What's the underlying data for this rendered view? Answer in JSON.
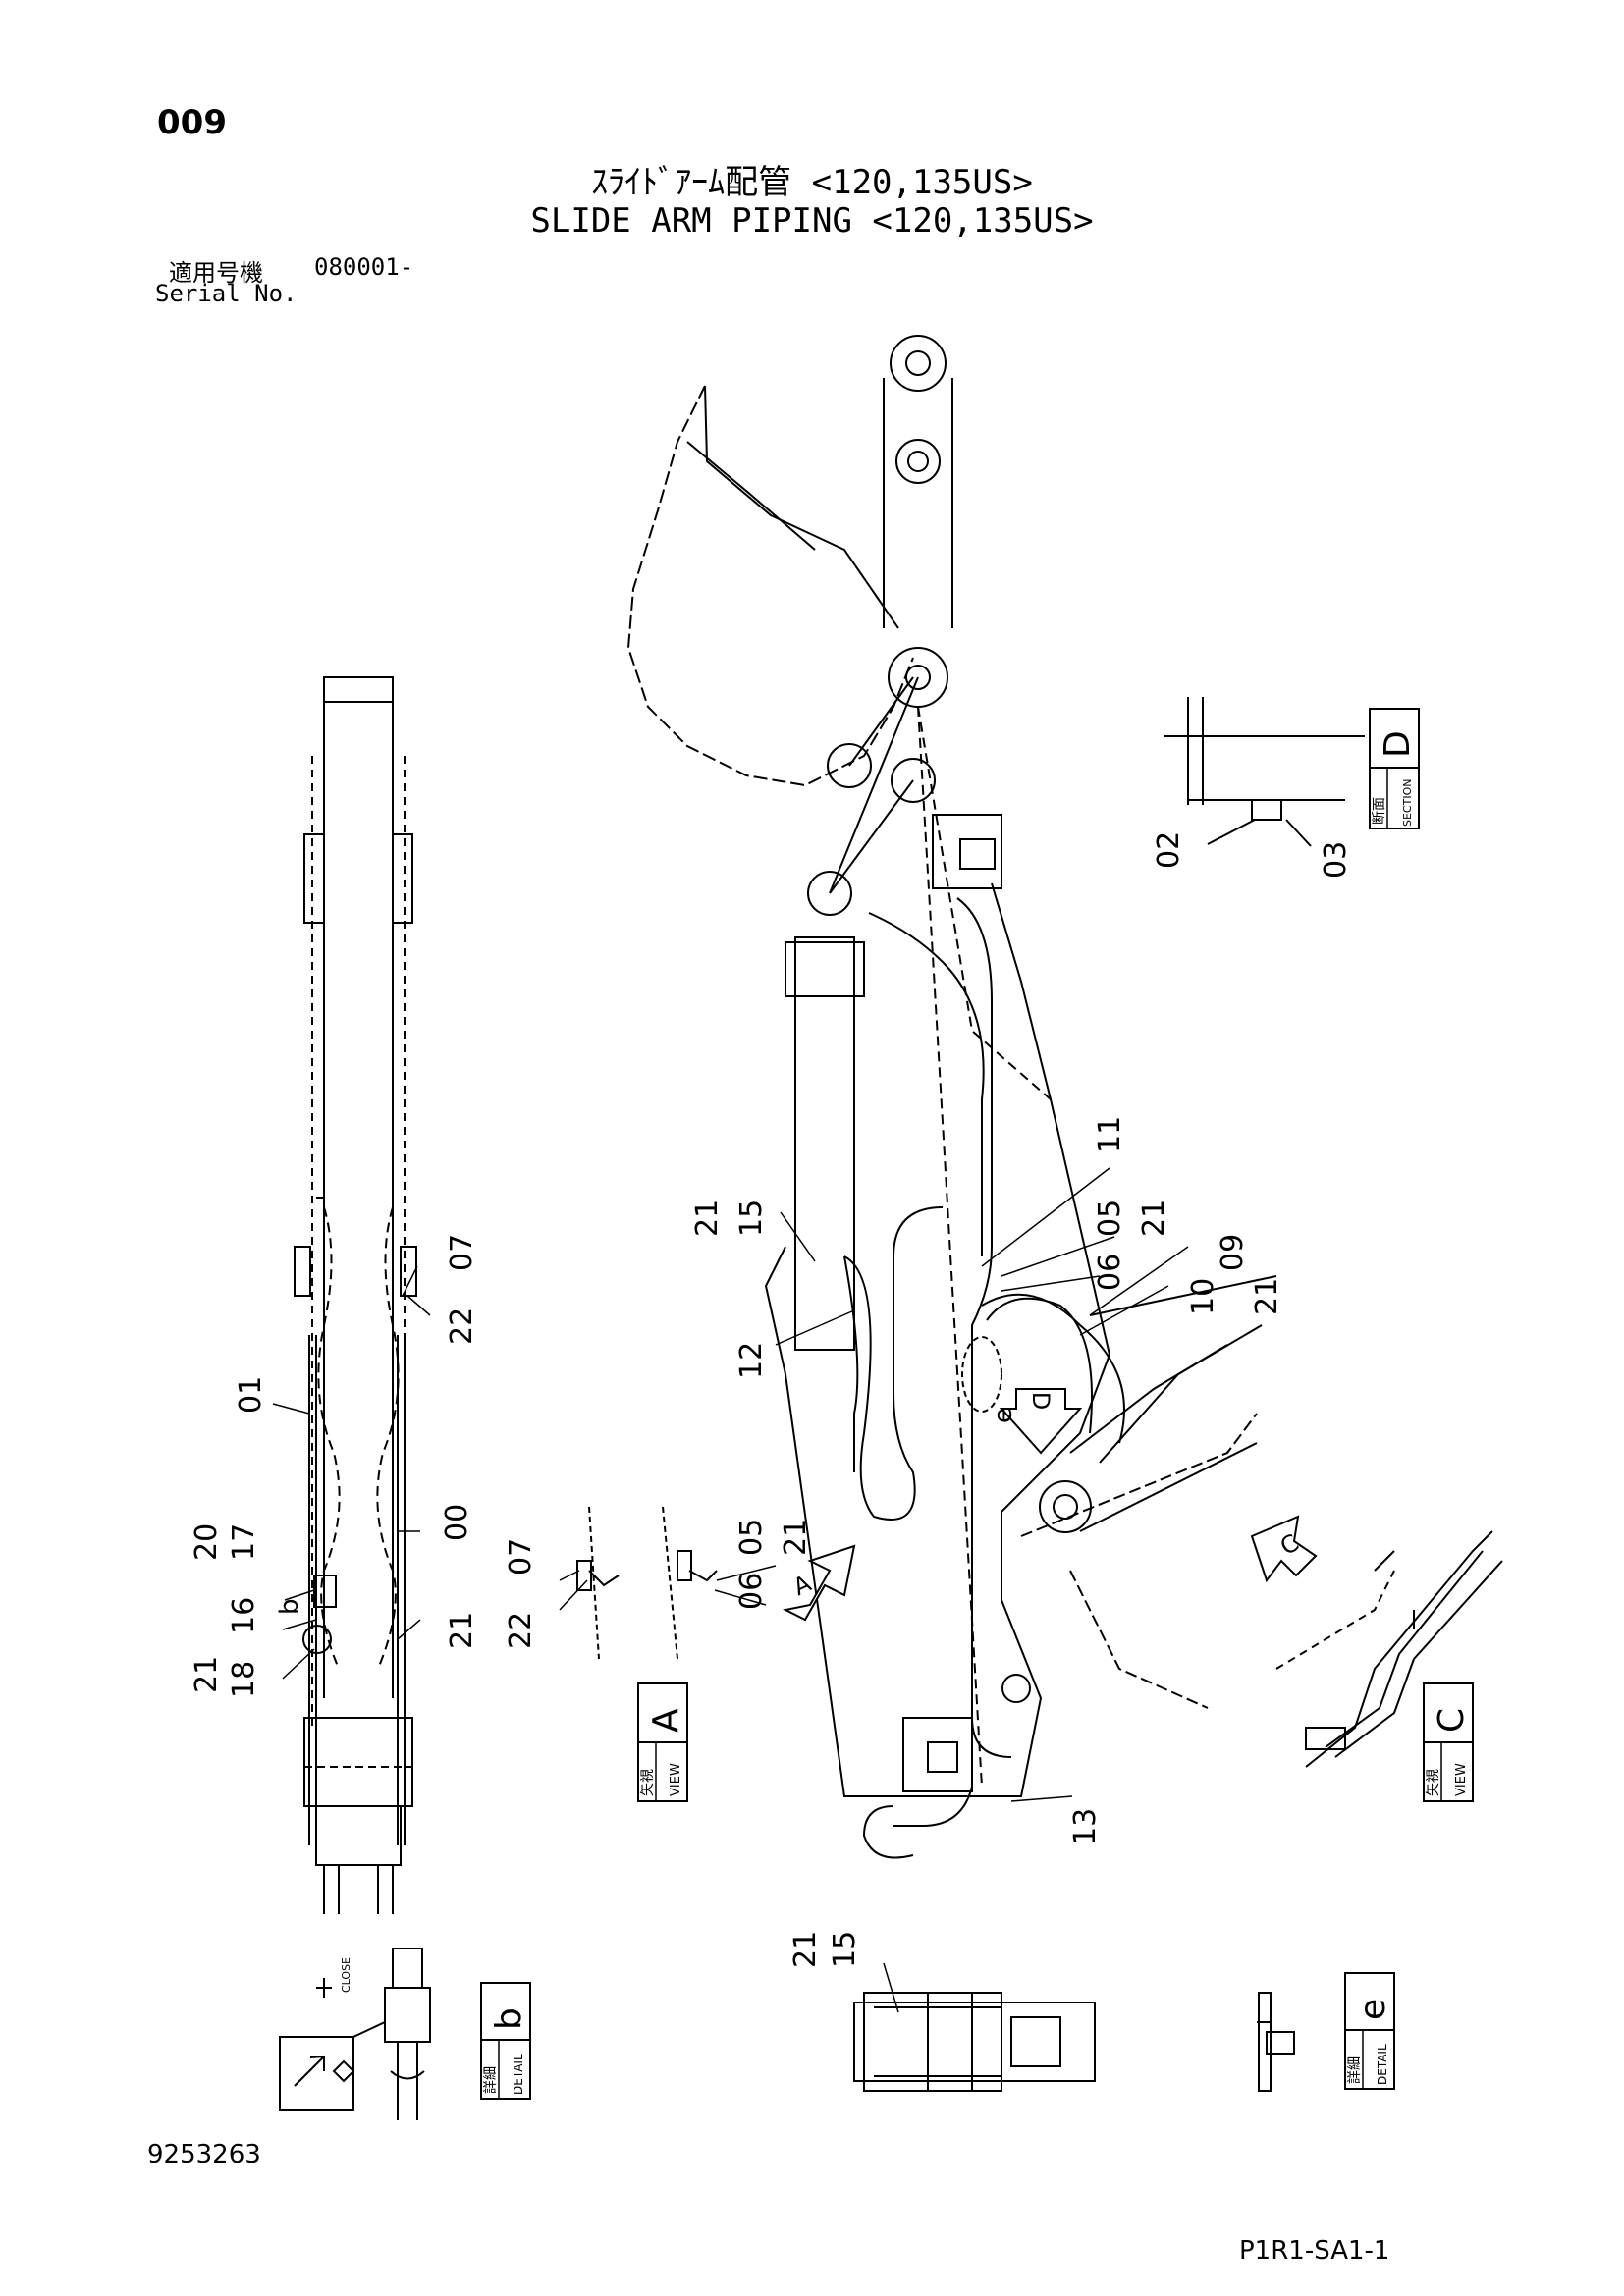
{
  "header": {
    "page_no": "009",
    "title_jp": "ｽﾗｲﾄﾞｱｰﾑ配管 <120,135US>",
    "title_en": "SLIDE ARM PIPING <120,135US>",
    "serial_label_jp": "適用号機",
    "serial_value": "080001-",
    "serial_label_en": "Serial No."
  },
  "footer": {
    "part_no": "9253263",
    "sheet_no": "P1R1-SA1-1"
  },
  "callouts": [
    {
      "id": "c01",
      "text": "01"
    },
    {
      "id": "c00",
      "text": "00"
    },
    {
      "id": "c07a",
      "text": "07"
    },
    {
      "id": "c22a",
      "text": "22"
    },
    {
      "id": "c20",
      "text": "20"
    },
    {
      "id": "c17",
      "text": "17"
    },
    {
      "id": "c16",
      "text": "16"
    },
    {
      "id": "c18",
      "text": "18"
    },
    {
      "id": "c21a",
      "text": "21"
    },
    {
      "id": "c21b",
      "text": "21"
    },
    {
      "id": "cb",
      "text": "b"
    },
    {
      "id": "c07b",
      "text": "07"
    },
    {
      "id": "c22b",
      "text": "22"
    },
    {
      "id": "c05a",
      "text": "05"
    },
    {
      "id": "c21c",
      "text": "21"
    },
    {
      "id": "c06a",
      "text": "06"
    },
    {
      "id": "c21d",
      "text": "21"
    },
    {
      "id": "c15a",
      "text": "15"
    },
    {
      "id": "c12",
      "text": "12"
    },
    {
      "id": "c11",
      "text": "11"
    },
    {
      "id": "c05b",
      "text": "05"
    },
    {
      "id": "c21e",
      "text": "21"
    },
    {
      "id": "c06b",
      "text": "06"
    },
    {
      "id": "c09",
      "text": "09"
    },
    {
      "id": "c10",
      "text": "10"
    },
    {
      "id": "c21f",
      "text": "21"
    },
    {
      "id": "ce",
      "text": "e"
    },
    {
      "id": "c13",
      "text": "13"
    },
    {
      "id": "c02",
      "text": "02"
    },
    {
      "id": "c03",
      "text": "03"
    },
    {
      "id": "c21g",
      "text": "21"
    },
    {
      "id": "c15b",
      "text": "15"
    }
  ],
  "view_arrows": [
    {
      "id": "arrowA",
      "text": "A"
    },
    {
      "id": "arrowC",
      "text": "C"
    },
    {
      "id": "arrowD",
      "text": "D"
    }
  ],
  "view_labels": [
    {
      "id": "viewA",
      "jp": "矢視",
      "en": "VIEW",
      "letter": "A"
    },
    {
      "id": "viewC",
      "jp": "矢視",
      "en": "VIEW",
      "letter": "C"
    },
    {
      "id": "sectionD",
      "jp": "断面",
      "en": "SECTION",
      "letter": "D"
    },
    {
      "id": "detailB",
      "jp": "詳細",
      "en": "DETAIL",
      "letter": "b"
    },
    {
      "id": "detailE",
      "jp": "詳細",
      "en": "DETAIL",
      "letter": "e"
    }
  ],
  "valve_labels": {
    "close": "CLOSE"
  }
}
